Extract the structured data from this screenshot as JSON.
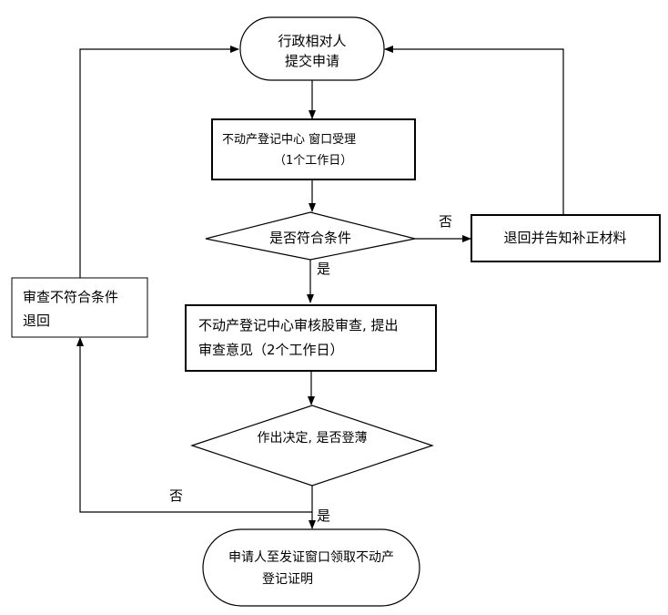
{
  "flowchart": {
    "start": {
      "line1": "行政相对人",
      "line2": "提交申请"
    },
    "accept": {
      "line1": "不动产登记中心 窗口受理",
      "line2": "（1个工作日）"
    },
    "decision1": {
      "label": "是否符合条件"
    },
    "return_supplement": {
      "label": "退回并告知补正材料"
    },
    "review": {
      "line1": "不动产登记中心审核股审查, 提出",
      "line2": "审查意见（2个工作日）"
    },
    "return_review": {
      "line1": "审查不符合条件",
      "line2": "退回"
    },
    "decision2": {
      "label": "作出决定, 是否登薄"
    },
    "end": {
      "line1": "申请人至发证窗口领取不动产",
      "line2": "登记证明"
    },
    "edge_labels": {
      "d1_no": "否",
      "d1_yes": "是",
      "d2_no": "否",
      "d2_yes": "是"
    }
  }
}
